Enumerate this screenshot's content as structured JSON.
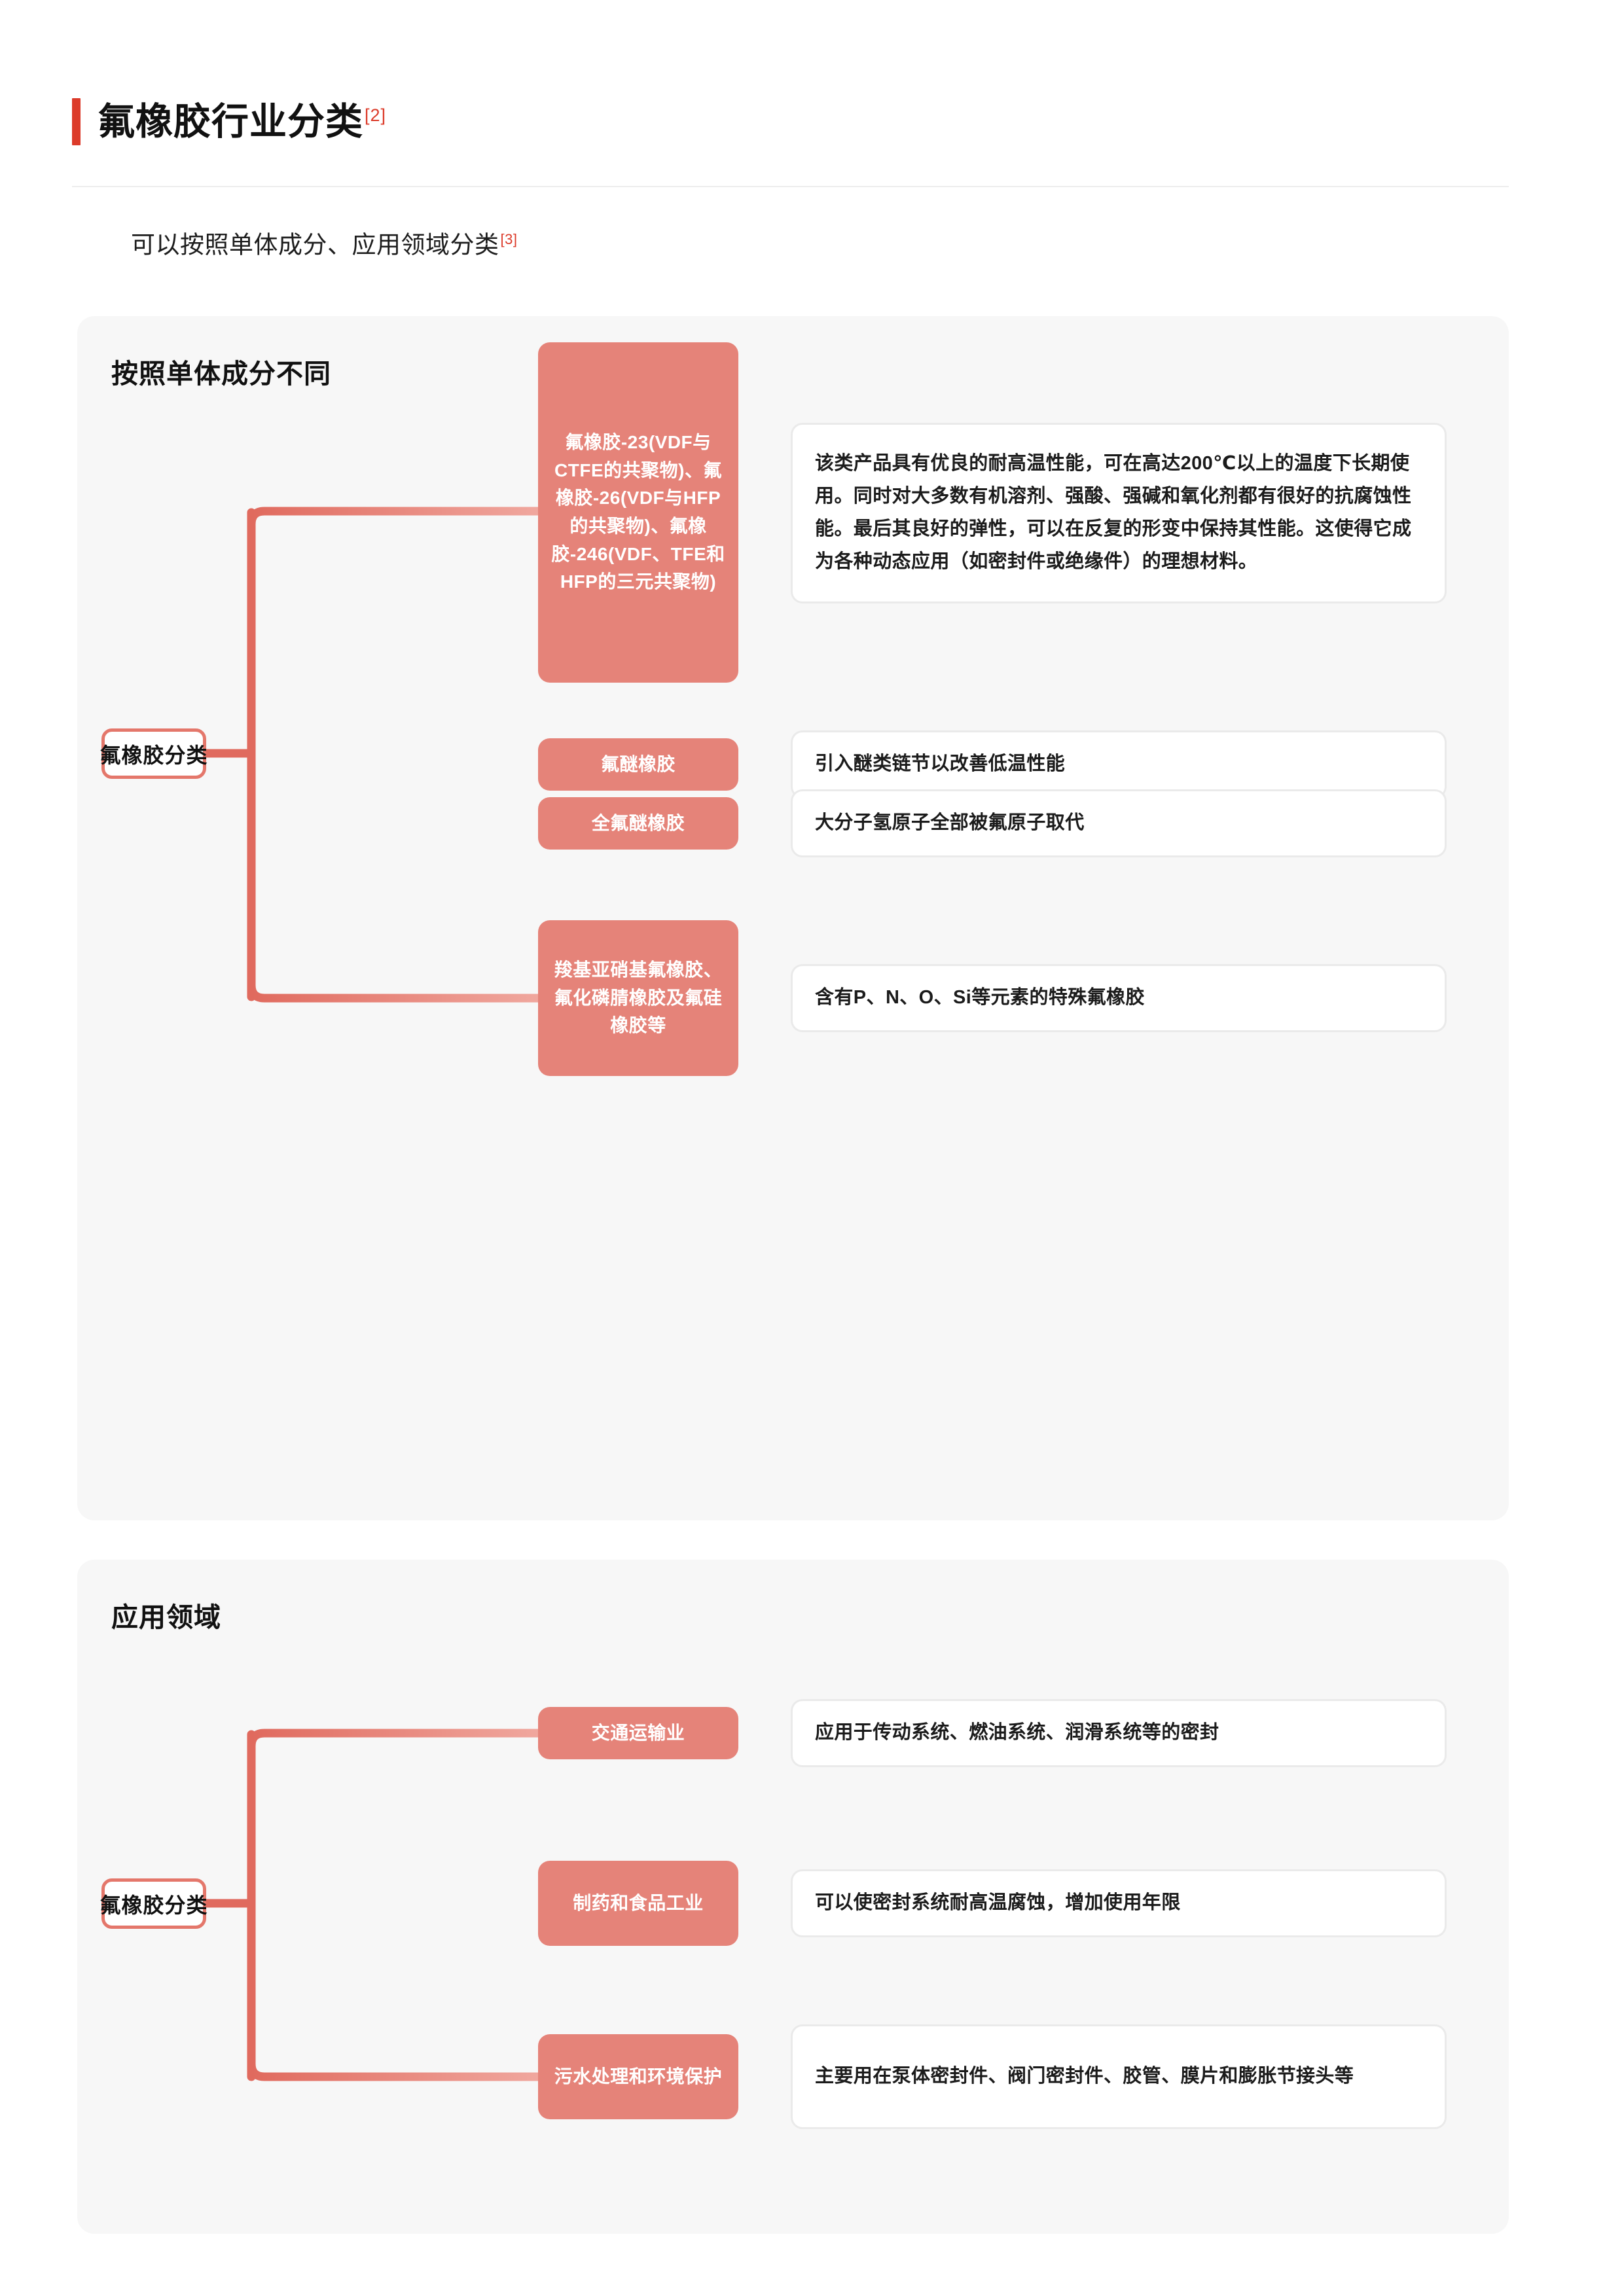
{
  "header": {
    "title": "氟橡胶行业分类",
    "ref": "[2]"
  },
  "subtitle": {
    "text": "可以按照单体成分、应用领域分类",
    "ref": "[3]"
  },
  "colors": {
    "accent_red": "#DC3B2A",
    "node_pink": "#E58379",
    "root_border": "#E4776B",
    "connector": "#E06A5E",
    "connector_light": "#F6D5D1",
    "card_bg": "#F7F7F7",
    "page_bg": "#FFFFFF",
    "desc_border": "#EAEAEA"
  },
  "cards": [
    {
      "heading": "按照单体成分不同",
      "root": "氟橡胶分类",
      "branches": [
        {
          "label": "氟橡胶-23(VDF与CTFE的共聚物)、氟橡胶-26(VDF与HFP的共聚物)、氟橡胶-246(VDF、TFE和HFP的三元共聚物)",
          "description": "该类产品具有优良的耐高温性能，可在高达200℃以上的温度下长期使用。同时对大多数有机溶剂、强酸、强碱和氧化剂都有很好的抗腐蚀性能。最后其良好的弹性，可以在反复的形变中保持其性能。这使得它成为各种动态应用（如密封件或绝缘件）的理想材料。"
        },
        {
          "label": "氟醚橡胶",
          "description": "引入醚类链节以改善低温性能"
        },
        {
          "label": "全氟醚橡胶",
          "description": "大分子氢原子全部被氟原子取代"
        },
        {
          "label": "羧基亚硝基氟橡胶、氟化磷腈橡胶及氟硅橡胶等",
          "description": "含有P、N、O、Si等元素的特殊氟橡胶"
        }
      ]
    },
    {
      "heading": "应用领域",
      "root": "氟橡胶分类",
      "branches": [
        {
          "label": "交通运输业",
          "description": "应用于传动系统、燃油系统、润滑系统等的密封"
        },
        {
          "label": "制药和食品工业",
          "description": "可以使密封系统耐高温腐蚀，增加使用年限"
        },
        {
          "label": "污水处理和环境保护",
          "description": "主要用在泵体密封件、阀门密封件、胶管、膜片和膨胀节接头等"
        }
      ]
    }
  ]
}
